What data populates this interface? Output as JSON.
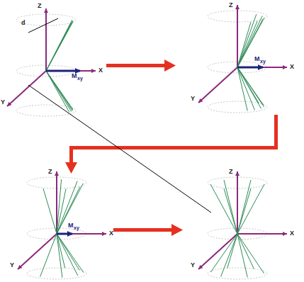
{
  "diagram": {
    "labels": [
      "d",
      "Z",
      "X",
      "Y",
      "M",
      "xy",
      "Z",
      "M",
      "xy",
      "X",
      "Y",
      "Z",
      "M",
      "xy",
      "X",
      "Y",
      "Z",
      "X",
      "Y"
    ]
  }
}
